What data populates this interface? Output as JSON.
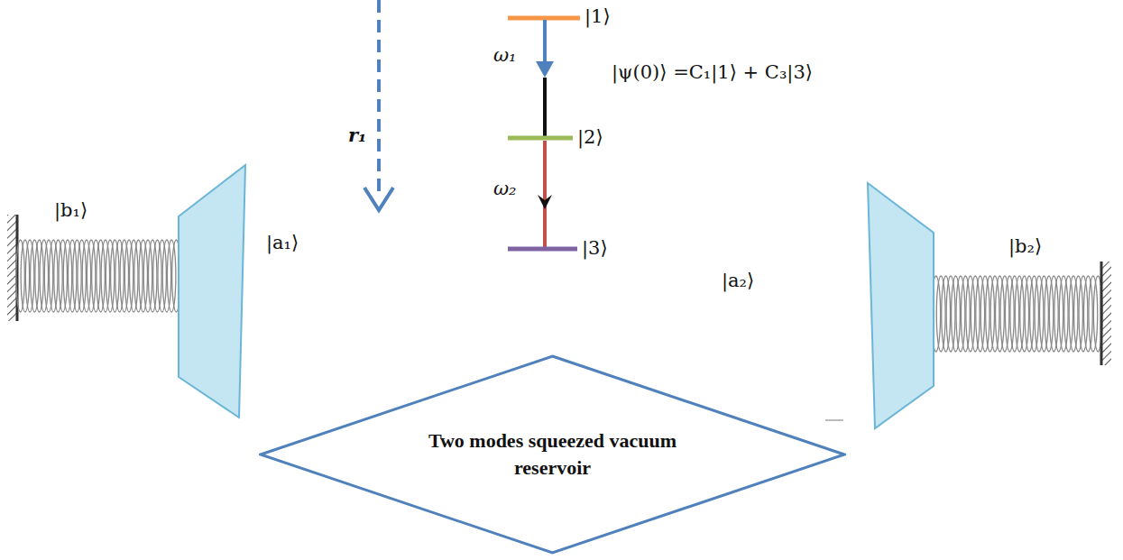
{
  "diagram": {
    "nodes": [
      {
        "text": [
          "Two modes squeezed vacuum reservoir"
        ]
      }
    ],
    "labels": [
      "|1⟩",
      "ω₁",
      "|ψ(0)⟩ =C₁|1⟩ + C₃|3⟩",
      "|2⟩",
      "ω₂",
      "|3⟩",
      "r₁",
      "|b₁⟩",
      "|a₁⟩",
      "|a₂⟩",
      "|b₂⟩"
    ]
  }
}
